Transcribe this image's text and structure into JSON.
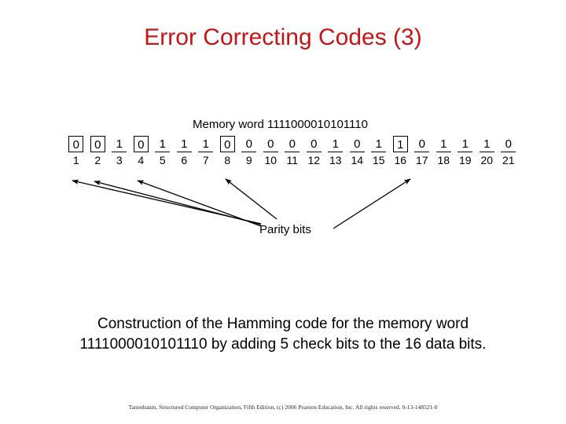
{
  "slide": {
    "title": "Error Correcting Codes (3)",
    "title_color": "#C81414",
    "background_color": "#FFFFFF"
  },
  "figure": {
    "memory_word_label": "Memory word 1111000010101110",
    "parity_bits_label": "Parity bits",
    "parity_positions": [
      1,
      2,
      4,
      8,
      16
    ],
    "bits": [
      {
        "index": "1",
        "value": "0",
        "parity": true
      },
      {
        "index": "2",
        "value": "0",
        "parity": true
      },
      {
        "index": "3",
        "value": "1",
        "parity": false
      },
      {
        "index": "4",
        "value": "0",
        "parity": true
      },
      {
        "index": "5",
        "value": "1",
        "parity": false
      },
      {
        "index": "6",
        "value": "1",
        "parity": false
      },
      {
        "index": "7",
        "value": "1",
        "parity": false
      },
      {
        "index": "8",
        "value": "0",
        "parity": true
      },
      {
        "index": "9",
        "value": "0",
        "parity": false
      },
      {
        "index": "10",
        "value": "0",
        "parity": false
      },
      {
        "index": "11",
        "value": "0",
        "parity": false
      },
      {
        "index": "12",
        "value": "0",
        "parity": false
      },
      {
        "index": "13",
        "value": "1",
        "parity": false
      },
      {
        "index": "14",
        "value": "0",
        "parity": false
      },
      {
        "index": "15",
        "value": "1",
        "parity": false
      },
      {
        "index": "16",
        "value": "1",
        "parity": true
      },
      {
        "index": "17",
        "value": "0",
        "parity": false
      },
      {
        "index": "18",
        "value": "1",
        "parity": false
      },
      {
        "index": "19",
        "value": "1",
        "parity": false
      },
      {
        "index": "20",
        "value": "1",
        "parity": false
      },
      {
        "index": "21",
        "value": "0",
        "parity": false
      }
    ]
  },
  "caption": {
    "text": "Construction of the Hamming code for the memory word 1111000010101110 by adding 5 check bits to the 16 data bits."
  },
  "footer": {
    "text": "Tanenbaum, Structured Computer Organization, Fifth Edition, (c) 2006 Pearson Education, Inc. All rights reserved. 0-13-148521-0"
  }
}
